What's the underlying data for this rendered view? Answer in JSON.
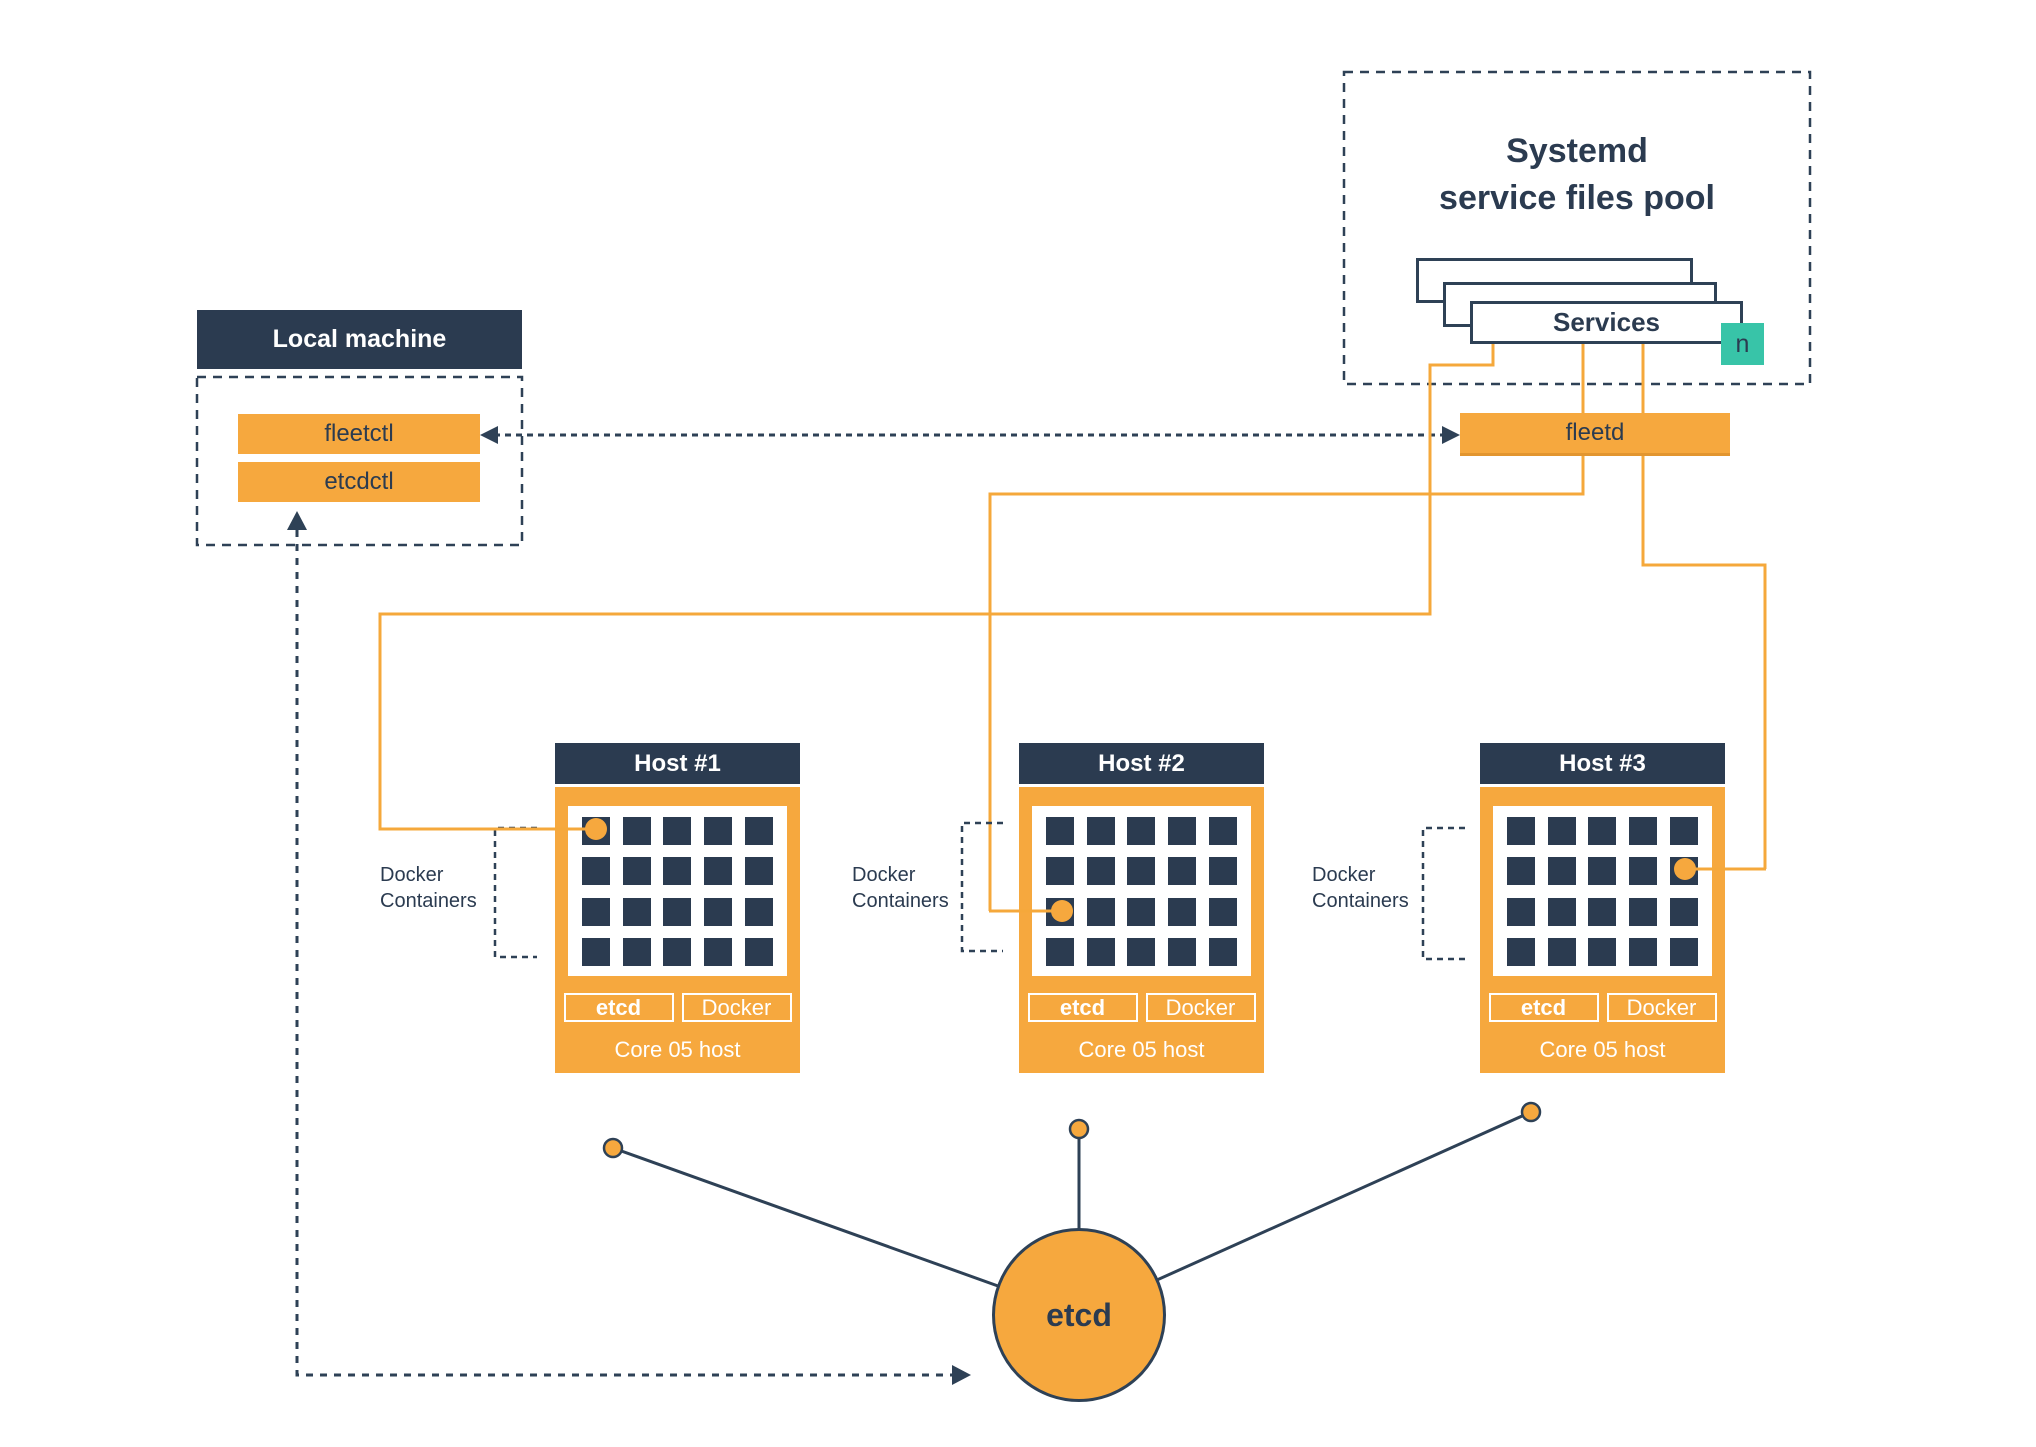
{
  "pool": {
    "title_line1": "Systemd",
    "title_line2": "service files pool",
    "services_label": "Services",
    "badge": "n"
  },
  "local_machine": {
    "title": "Local machine",
    "items": [
      "fleetctl",
      "etcdctl"
    ]
  },
  "fleetd_label": "fleetd",
  "hosts": [
    {
      "title": "Host #1",
      "etcd_label": "etcd",
      "docker_label": "Docker",
      "footer": "Core 05 host",
      "containers_label": "Docker Containers"
    },
    {
      "title": "Host #2",
      "etcd_label": "etcd",
      "docker_label": "Docker",
      "footer": "Core 05 host",
      "containers_label": "Docker Containers"
    },
    {
      "title": "Host #3",
      "etcd_label": "etcd",
      "docker_label": "Docker",
      "footer": "Core 05 host",
      "containers_label": "Docker Containers"
    }
  ],
  "container_grid": {
    "rows": 4,
    "cols": 5
  },
  "etcd_circle_label": "etcd",
  "colors": {
    "navy": "#2b3b50",
    "orange": "#f6a83e",
    "teal": "#38c4a8",
    "line_navy": "#2e4156",
    "orange_line": "#f5a83b",
    "background": "#ffffff"
  }
}
